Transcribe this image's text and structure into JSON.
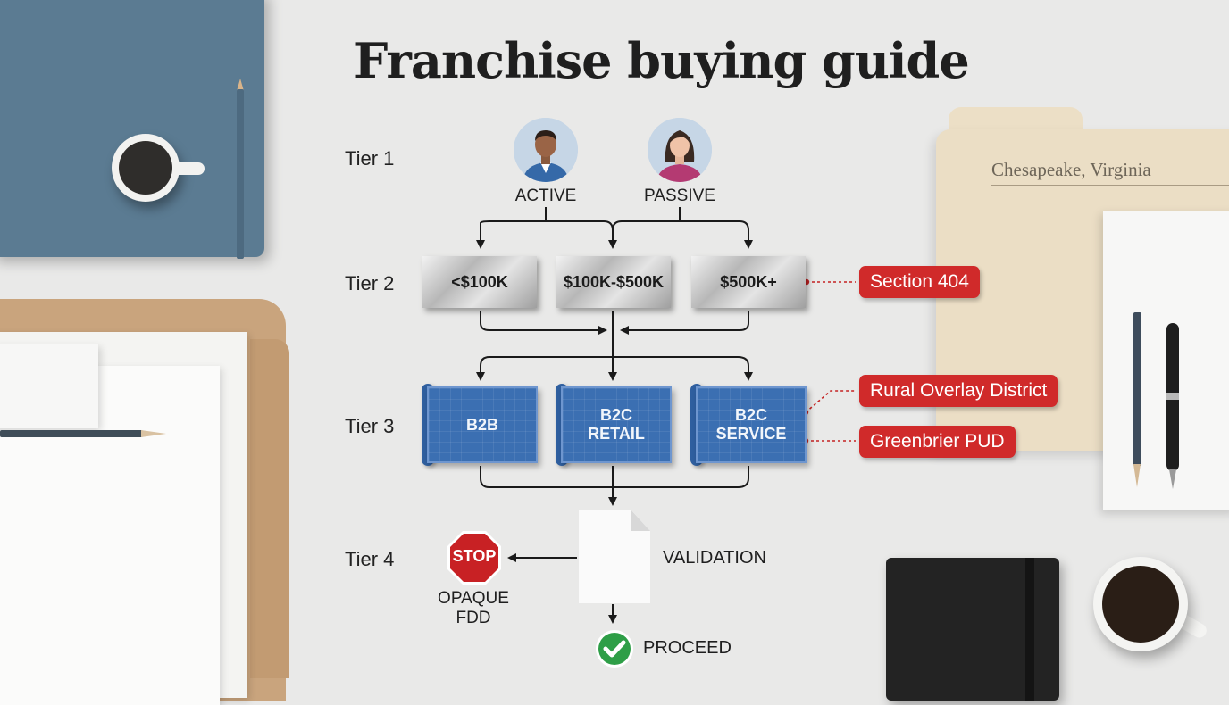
{
  "title": "Franchise buying guide",
  "folder_label": "Chesapeake, Virginia",
  "tiers": {
    "tier1": "Tier 1",
    "tier2": "Tier 2",
    "tier3": "Tier 3",
    "tier4": "Tier 4"
  },
  "tier1_nodes": [
    {
      "label": "ACTIVE",
      "icon": "man-avatar-icon"
    },
    {
      "label": "PASSIVE",
      "icon": "woman-avatar-icon"
    }
  ],
  "tier2_nodes": [
    "<$100K",
    "$100K-$500K",
    "$500K+"
  ],
  "tier3_nodes": [
    "B2B",
    "B2C\nRETAIL",
    "B2C\nSERVICE"
  ],
  "annotations": {
    "section": "Section 404",
    "overlay": "Rural Overlay District",
    "pud": "Greenbrier PUD"
  },
  "tier4": {
    "stop_sign": "STOP",
    "stop_caption": "OPAQUE\nFDD",
    "validation": "VALIDATION",
    "proceed": "PROCEED"
  },
  "colors": {
    "tag_red": "#d02a2a",
    "blueprint_blue": "#3b6fb2",
    "proceed_green": "#2e9e47",
    "stop_red": "#c82124"
  }
}
